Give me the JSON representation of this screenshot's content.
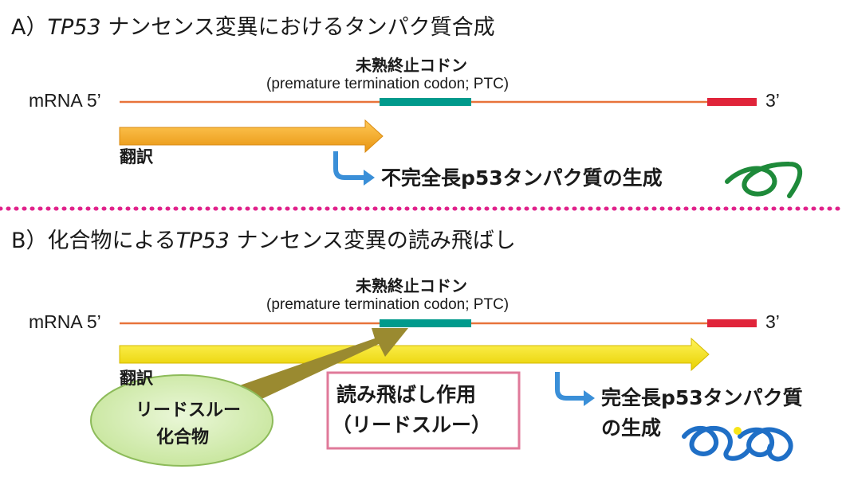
{
  "section_a": {
    "label": "A）",
    "italic": "TP53",
    "rest": " ナンセンス変異におけるタンパク質合成",
    "ptc_title": "未熟終止コドン",
    "ptc_subtitle": "(premature termination codon; PTC)",
    "mrna_label": "mRNA 5’",
    "mrna_end": "3’",
    "translation_label": "翻訳",
    "result_label": "不完全長p53タンパク質の生成"
  },
  "section_b": {
    "label": "B）化合物による",
    "italic": "TP53",
    "rest": " ナンセンス変異の読み飛ばし",
    "ptc_title": "未熟終止コドン",
    "ptc_subtitle": "(premature termination codon; PTC)",
    "mrna_label": "mRNA 5’",
    "mrna_end": "3’",
    "translation_label": "翻訳",
    "compound_line1": "リードスルー",
    "compound_line2": "化合物",
    "action_line1": "読み飛ばし作用",
    "action_line2": "（リードスルー）",
    "result_line1": "完全長p53タンパク質",
    "result_line2": "の生成"
  },
  "colors": {
    "mrna": "#e8733a",
    "ptc": "#009a8c",
    "stop": "#e0243a",
    "arrow_a": "#f5a623",
    "arrow_b": "#f7e418",
    "divider": "#e0218a",
    "bend_arrow": "#3a8fd8",
    "protein_partial": "#1e8a3a",
    "protein_full": "#1f6fc6",
    "compound_fill": "#d4edb0",
    "compound_stroke": "#8dbb5a",
    "compound_arrow": "#9a8a30",
    "action_box": "#e07a9a"
  }
}
